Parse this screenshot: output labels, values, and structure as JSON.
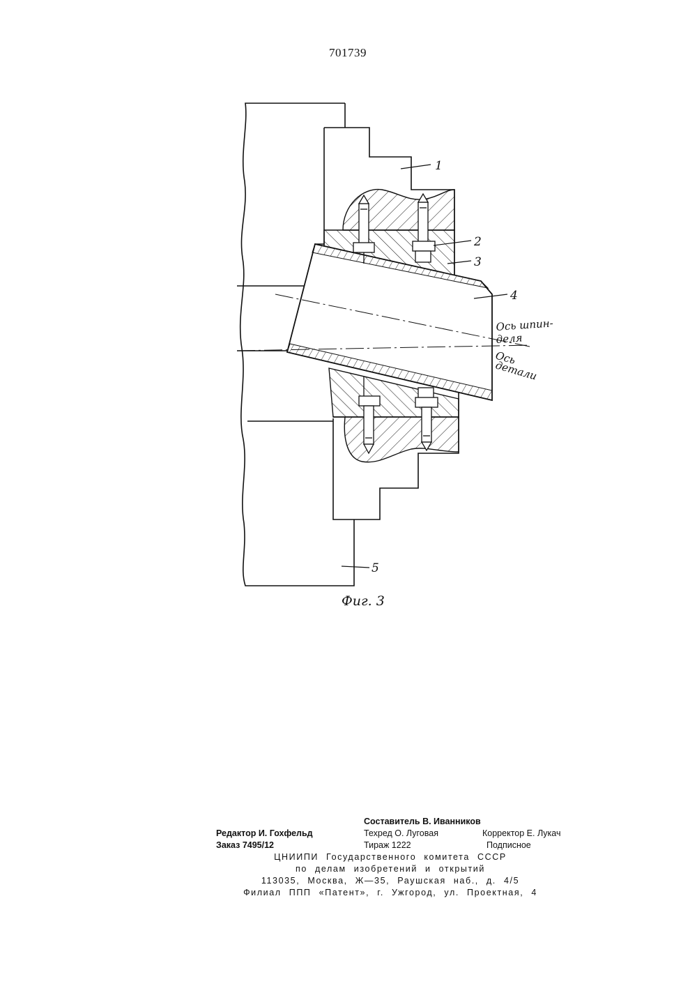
{
  "page": {
    "patent_number": "701739",
    "figure_caption": "Фиг. 3"
  },
  "drawing": {
    "part_labels": [
      "1",
      "2",
      "3",
      "4",
      "5"
    ],
    "axis_labels": {
      "spindle_axis_line1": "Ось шпин-",
      "spindle_axis_line2": "деля",
      "part_axis_line1": "Ось",
      "part_axis_line2": "детали"
    }
  },
  "imprint": {
    "compiler": "Составитель В. Иванников",
    "editor": "Редактор И. Гохфельд",
    "tech_editor": "Техред О. Луговая",
    "proofreader": "Корректор Е. Лукач",
    "order": "Заказ 7495/12",
    "circulation": "Тираж 1222",
    "subscription": "Подписное",
    "org_line1": "ЦНИИПИ Государственного комитета СССР",
    "org_line2": "по делам изобретений и открытий",
    "address": "113035, Москва, Ж—35, Раушская наб., д. 4/5",
    "branch": "Филиал ППП «Патент», г. Ужгород, ул. Проектная, 4"
  }
}
